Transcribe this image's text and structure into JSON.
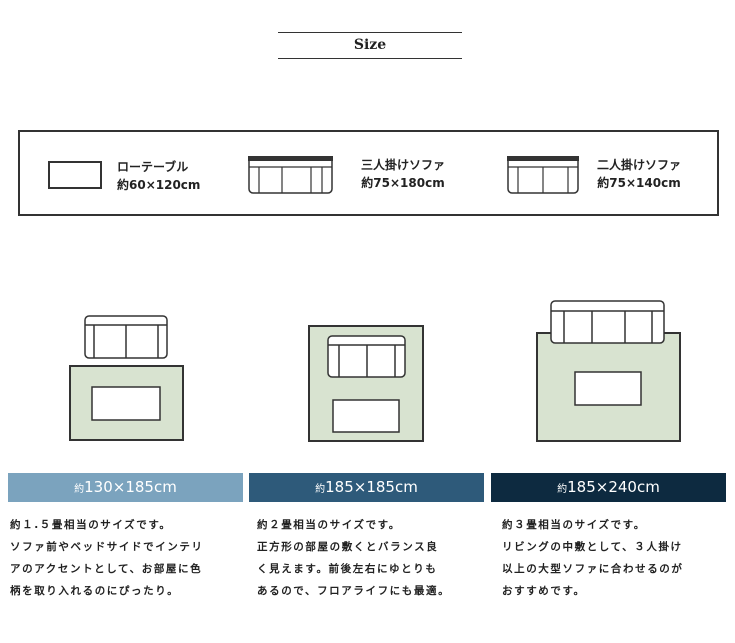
{
  "title": "Size",
  "legend": [
    {
      "name": "ローテーブル",
      "size": "約60×120cm",
      "icon": "table-icon"
    },
    {
      "name": "三人掛けソファ",
      "size": "約75×180cm",
      "icon": "three-seat-sofa-icon"
    },
    {
      "name": "二人掛けソファ",
      "size": "約75×140cm",
      "icon": "two-seat-sofa-icon"
    }
  ],
  "options": [
    {
      "prefix": "約",
      "size": "130×185cm",
      "color": "#7ba3be",
      "desc": "約１.５畳相当のサイズです。\nソファ前やベッドサイドでインテリ\nアのアクセントとして、お部屋に色\n柄を取り入れるのにぴったり。"
    },
    {
      "prefix": "約",
      "size": "185×185cm",
      "color": "#2e5a7a",
      "desc": "約２畳相当のサイズです。\n正方形の部屋の敷くとバランス良\nく見えます。前後左右にゆとりも\nあるので、フロアライフにも最適。"
    },
    {
      "prefix": "約",
      "size": "185×240cm",
      "color": "#0d2a40",
      "desc": "約３畳相当のサイズです。\nリビングの中敷として、３人掛け\n以上の大型ソファに合わせるのが\nおすすめです。"
    }
  ],
  "colors": {
    "rug": "#d8e3d0",
    "stroke": "#333333"
  }
}
